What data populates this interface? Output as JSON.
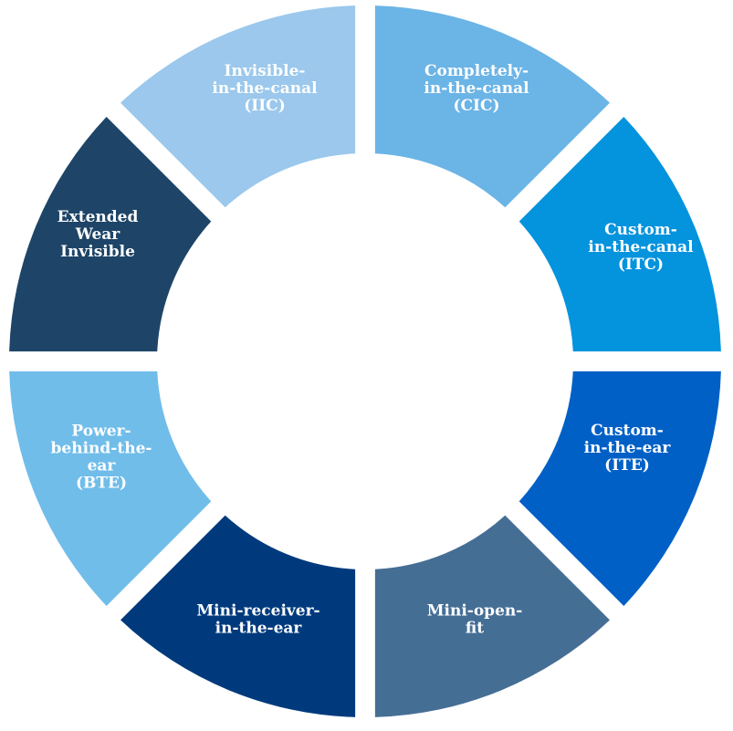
{
  "diagram": {
    "segments": [
      {
        "id": "cic",
        "lines": [
          "Completely-",
          "in-the-canal",
          "(CIC)"
        ],
        "color": "#6BB4E6"
      },
      {
        "id": "itc",
        "lines": [
          "Custom-",
          "in-the-canal",
          "(ITC)"
        ],
        "color": "#0493DD"
      },
      {
        "id": "ite",
        "lines": [
          "Custom-",
          "in-the-ear",
          "(ITE)"
        ],
        "color": "#0060C6"
      },
      {
        "id": "mini-open-fit",
        "lines": [
          "Mini-open-",
          "fit"
        ],
        "color": "#456E95"
      },
      {
        "id": "mini-ric",
        "lines": [
          "Mini-receiver-",
          "in-the-ear"
        ],
        "color": "#003A7D"
      },
      {
        "id": "power-bte",
        "lines": [
          "Power-",
          "behind-the-",
          "ear",
          "(BTE)"
        ],
        "color": "#70BDEA"
      },
      {
        "id": "extended-wear",
        "lines": [
          "Extended",
          "Wear",
          "Invisible"
        ],
        "color": "#1E4568"
      },
      {
        "id": "iic",
        "lines": [
          "Invisible-",
          "in-the-canal",
          "(IIC)"
        ],
        "color": "#9BC8EC"
      }
    ]
  }
}
